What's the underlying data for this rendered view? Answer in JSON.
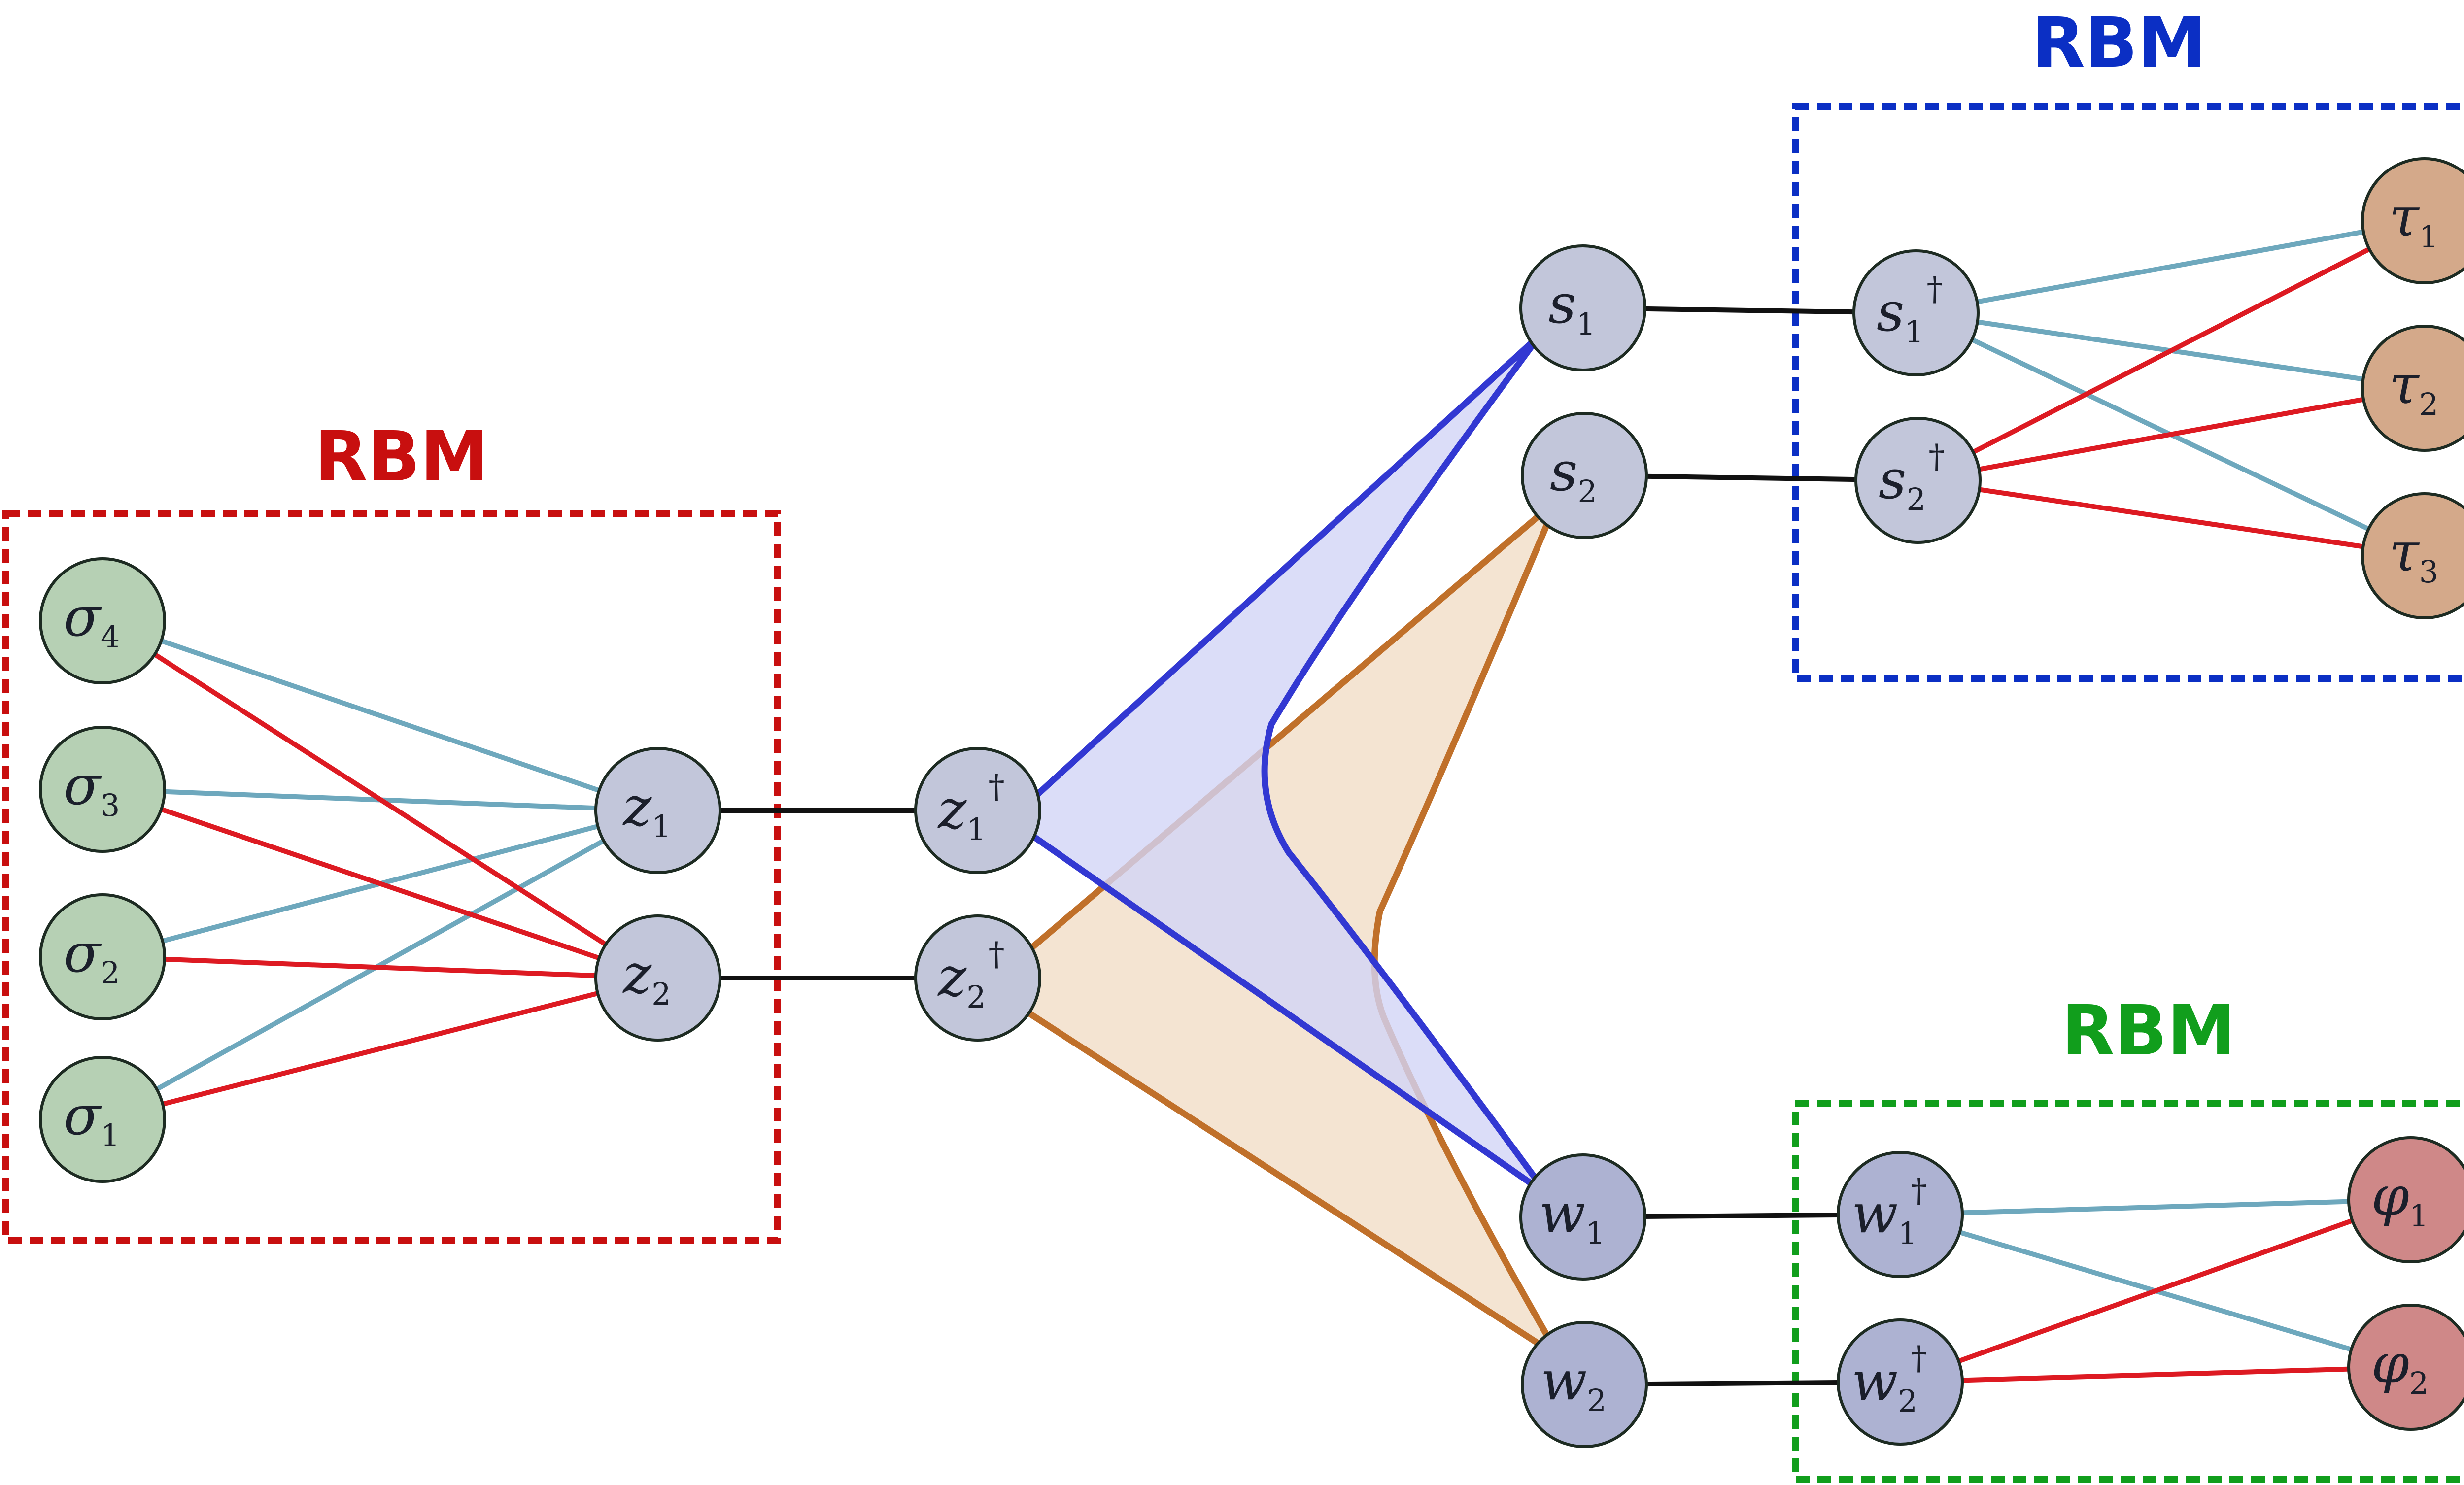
{
  "colors": {
    "red": "#c80f0f",
    "blue": "#0b2fc4",
    "green": "#119e1c",
    "line_blue": "#6ea8bd",
    "line_red": "#dd1a22",
    "black": "#111111",
    "node_green": "#b6d0b4",
    "node_gray": "#c2c6da",
    "node_lav": "#adb2d2",
    "node_tan": "#d4a98a",
    "node_rose": "#cf8888",
    "fill_blue": "#d2d5f6",
    "fill_orange": "#f2dfca",
    "stroke_blue": "#3238d2",
    "stroke_orange": "#c0702a"
  },
  "boxes": [
    {
      "id": "box-red",
      "label": "RBM",
      "color": "red"
    },
    {
      "id": "box-blue",
      "label": "RBM",
      "color": "blue"
    },
    {
      "id": "box-green",
      "label": "RBM",
      "color": "green"
    }
  ],
  "nodes": [
    {
      "id": "sigma4",
      "symbol": "σ",
      "sub": "4",
      "dagger": "",
      "color": "node_green"
    },
    {
      "id": "sigma3",
      "symbol": "σ",
      "sub": "3",
      "dagger": "",
      "color": "node_green"
    },
    {
      "id": "sigma2",
      "symbol": "σ",
      "sub": "2",
      "dagger": "",
      "color": "node_green"
    },
    {
      "id": "sigma1",
      "symbol": "σ",
      "sub": "1",
      "dagger": "",
      "color": "node_green"
    },
    {
      "id": "z1",
      "symbol": "z",
      "sub": "1",
      "dagger": "",
      "color": "node_gray"
    },
    {
      "id": "z2",
      "symbol": "z",
      "sub": "2",
      "dagger": "",
      "color": "node_gray"
    },
    {
      "id": "z1d",
      "symbol": "z",
      "sub": "1",
      "dagger": "†",
      "color": "node_gray"
    },
    {
      "id": "z2d",
      "symbol": "z",
      "sub": "2",
      "dagger": "†",
      "color": "node_gray"
    },
    {
      "id": "s1",
      "symbol": "s",
      "sub": "1",
      "dagger": "",
      "color": "node_gray"
    },
    {
      "id": "s2",
      "symbol": "s",
      "sub": "2",
      "dagger": "",
      "color": "node_gray"
    },
    {
      "id": "s1d",
      "symbol": "s",
      "sub": "1",
      "dagger": "†",
      "color": "node_gray"
    },
    {
      "id": "s2d",
      "symbol": "s",
      "sub": "2",
      "dagger": "†",
      "color": "node_gray"
    },
    {
      "id": "tau1",
      "symbol": "τ",
      "sub": "1",
      "dagger": "",
      "color": "node_tan"
    },
    {
      "id": "tau2",
      "symbol": "τ",
      "sub": "2",
      "dagger": "",
      "color": "node_tan"
    },
    {
      "id": "tau3",
      "symbol": "τ",
      "sub": "3",
      "dagger": "",
      "color": "node_tan"
    },
    {
      "id": "w1",
      "symbol": "w",
      "sub": "1",
      "dagger": "",
      "color": "node_lav"
    },
    {
      "id": "w2",
      "symbol": "w",
      "sub": "2",
      "dagger": "",
      "color": "node_lav"
    },
    {
      "id": "w1d",
      "symbol": "w",
      "sub": "1",
      "dagger": "†",
      "color": "node_lav"
    },
    {
      "id": "w2d",
      "symbol": "w",
      "sub": "2",
      "dagger": "†",
      "color": "node_lav"
    },
    {
      "id": "phi1",
      "symbol": "φ",
      "sub": "1",
      "dagger": "",
      "color": "node_rose"
    },
    {
      "id": "phi2",
      "symbol": "φ",
      "sub": "2",
      "dagger": "",
      "color": "node_rose"
    }
  ],
  "edges": [
    {
      "from": "sigma4",
      "to": "z1",
      "color": "line_blue"
    },
    {
      "from": "sigma3",
      "to": "z1",
      "color": "line_blue"
    },
    {
      "from": "sigma2",
      "to": "z1",
      "color": "line_blue"
    },
    {
      "from": "sigma1",
      "to": "z1",
      "color": "line_blue"
    },
    {
      "from": "sigma4",
      "to": "z2",
      "color": "line_red"
    },
    {
      "from": "sigma3",
      "to": "z2",
      "color": "line_red"
    },
    {
      "from": "sigma2",
      "to": "z2",
      "color": "line_red"
    },
    {
      "from": "sigma1",
      "to": "z2",
      "color": "line_red"
    },
    {
      "from": "z1",
      "to": "z1d",
      "color": "black"
    },
    {
      "from": "z2",
      "to": "z2d",
      "color": "black"
    },
    {
      "from": "s1",
      "to": "s1d",
      "color": "black"
    },
    {
      "from": "s2",
      "to": "s2d",
      "color": "black"
    },
    {
      "from": "w1",
      "to": "w1d",
      "color": "black"
    },
    {
      "from": "w2",
      "to": "w2d",
      "color": "black"
    },
    {
      "from": "s1d",
      "to": "tau1",
      "color": "line_blue"
    },
    {
      "from": "s1d",
      "to": "tau2",
      "color": "line_blue"
    },
    {
      "from": "s1d",
      "to": "tau3",
      "color": "line_blue"
    },
    {
      "from": "s2d",
      "to": "tau1",
      "color": "line_red"
    },
    {
      "from": "s2d",
      "to": "tau2",
      "color": "line_red"
    },
    {
      "from": "s2d",
      "to": "tau3",
      "color": "line_red"
    },
    {
      "from": "w1d",
      "to": "phi1",
      "color": "line_blue"
    },
    {
      "from": "w1d",
      "to": "phi2",
      "color": "line_blue"
    },
    {
      "from": "w2d",
      "to": "phi1",
      "color": "line_red"
    },
    {
      "from": "w2d",
      "to": "phi2",
      "color": "line_red"
    }
  ]
}
